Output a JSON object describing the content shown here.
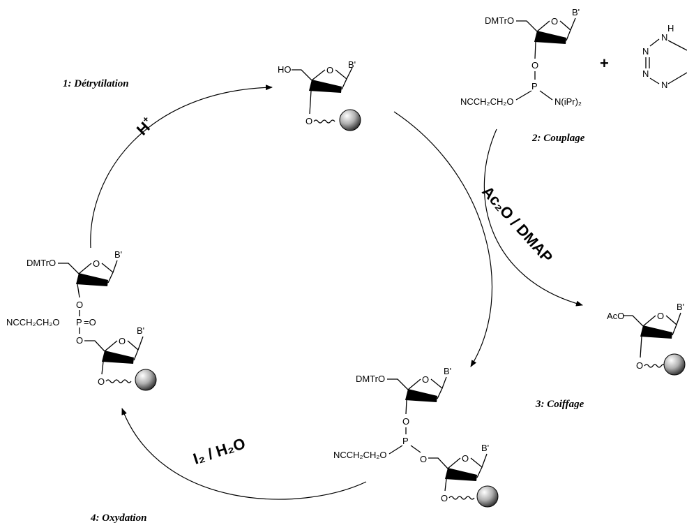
{
  "steps": {
    "step1": "1: Détrytilation",
    "step2": "2: Couplage",
    "step3": "3: Coiffage",
    "step4": "4: Oxydation"
  },
  "reagents": {
    "acid_main": "H",
    "acid_sup": "+",
    "capping": "Ac₂O / DMAP",
    "oxidation": "I₂ / H₂O",
    "plus": "+"
  },
  "labels": {
    "ho": "HO",
    "base": "B'",
    "ring_o": "O",
    "dmtro": "DMTrO",
    "aco": "AcO",
    "o": "O",
    "p": "P",
    "p_double_o": "=O",
    "cyanoethyl": "NCCH₂CH₂O",
    "amine": "N(iPr)₂",
    "tetrazole_nh": "H",
    "tetrazole_n": "N"
  }
}
